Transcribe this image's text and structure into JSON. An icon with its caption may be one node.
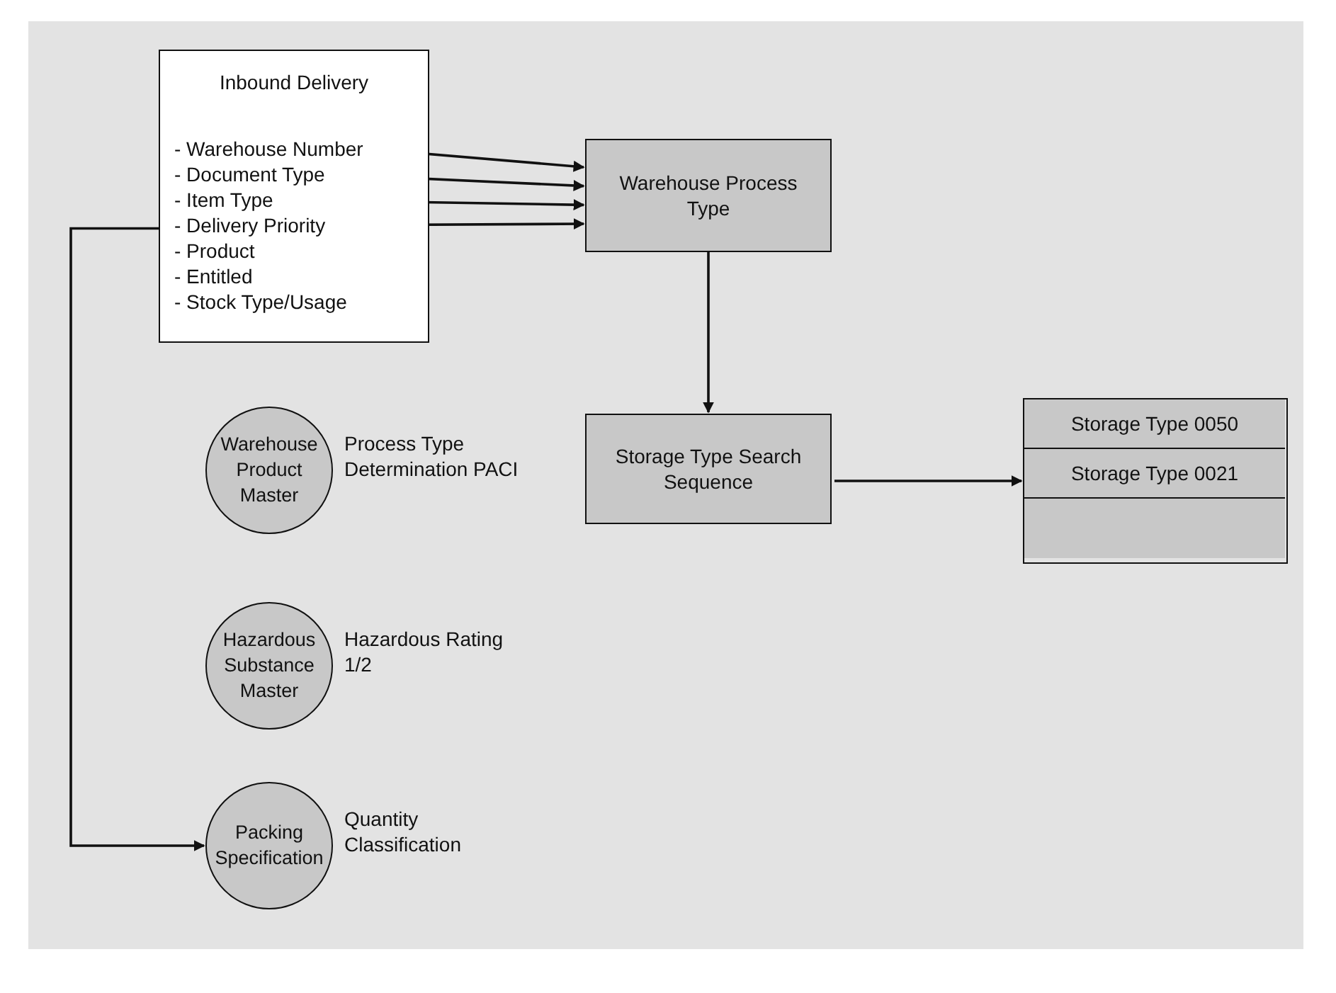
{
  "diagram": {
    "nodes": [
      {
        "text": [
          "Inbound Delivery"
        ]
      },
      {
        "text": [
          "- Warehouse Number"
        ],
        "in": 0
      },
      {
        "text": [
          "- Document Type"
        ],
        "in": 0
      },
      {
        "text": [
          "- Item Type"
        ],
        "in": 0
      },
      {
        "text": [
          "- Delivery Priority"
        ],
        "in": 0
      },
      {
        "text": [
          "- Product"
        ],
        "in": 0
      },
      {
        "text": [
          "- Entitled"
        ],
        "in": 0
      },
      {
        "text": [
          "- Stock Type/Usage"
        ],
        "in": 0
      },
      {
        "text": [
          "Warehouse Process Type"
        ]
      },
      {
        "text": [
          "Warehouse Product Master"
        ],
        "beside": [
          "Process Type Determination PACI"
        ]
      },
      {
        "text": [
          "Storage Type Search Sequence"
        ]
      },
      {
        "text": [],
        "shape": "box"
      },
      {
        "text": [
          "Storage Type 0050"
        ],
        "in": 11
      },
      {
        "text": [
          "Storage Type 0021"
        ],
        "in": 11
      },
      {
        "text": [],
        "shape": "box",
        "in": 11
      },
      {
        "text": [
          "Hazardous Substance Master"
        ],
        "beside": [
          "Hazardous Rating 1/2"
        ]
      },
      {
        "text": [
          "Packing Specification"
        ],
        "beside": [
          "Quantity Classification"
        ]
      }
    ],
    "edges": [
      {
        "from": 1,
        "to": 8,
        "arrow": "to"
      },
      {
        "from": 2,
        "to": 8,
        "arrow": "to"
      },
      {
        "from": 3,
        "to": 8,
        "arrow": "to"
      },
      {
        "from": 4,
        "to": 8,
        "arrow": "to"
      },
      {
        "from": 8,
        "to": 10,
        "arrow": "to"
      },
      {
        "from": 10,
        "to": 11,
        "arrow": "to"
      },
      {
        "from": 0,
        "to": 16,
        "arrow": "to"
      }
    ]
  }
}
